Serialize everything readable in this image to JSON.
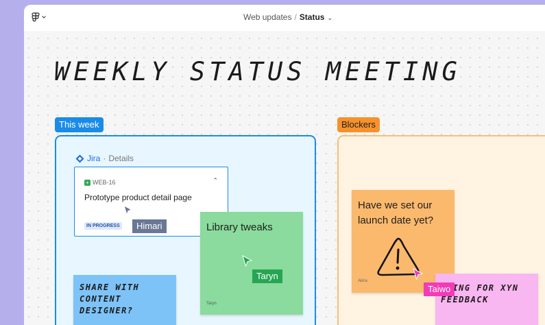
{
  "header": {
    "file_name": "Web updates",
    "separator": "/",
    "page_name": "Status"
  },
  "board": {
    "title": "WEEKLY STATUS MEETING"
  },
  "sections": {
    "this_week": {
      "label": "This week",
      "color": "#1a8ce8"
    },
    "blockers": {
      "label": "Blockers",
      "color": "#f7922a"
    }
  },
  "jira": {
    "app_name": "Jira",
    "separator": "·",
    "link_label": "Details",
    "ticket_id": "WEB-16",
    "task_title": "Prototype product detail page",
    "status": "IN PROGRESS"
  },
  "cursors": {
    "himari": {
      "name": "Himari",
      "color": "#6a7795"
    },
    "taryn": {
      "name": "Taryn",
      "color": "#26a653"
    },
    "taiwo": {
      "name": "Taiwo",
      "color": "#f23bb6"
    }
  },
  "stickies": {
    "library": {
      "text": "Library tweaks",
      "author": "Taryn",
      "color": "#8adb9d"
    },
    "launch": {
      "text": "Have we set our launch date yet?",
      "author": "Akira",
      "color": "#fbb96d",
      "icon": "warning-icon"
    },
    "content": {
      "text": "SHARE WITH CONTENT DESIGNER?",
      "color": "#7ec3f7"
    },
    "feedback": {
      "text": "ITING FOR XYN FEEDBACK",
      "color": "#f8b7f0"
    }
  }
}
